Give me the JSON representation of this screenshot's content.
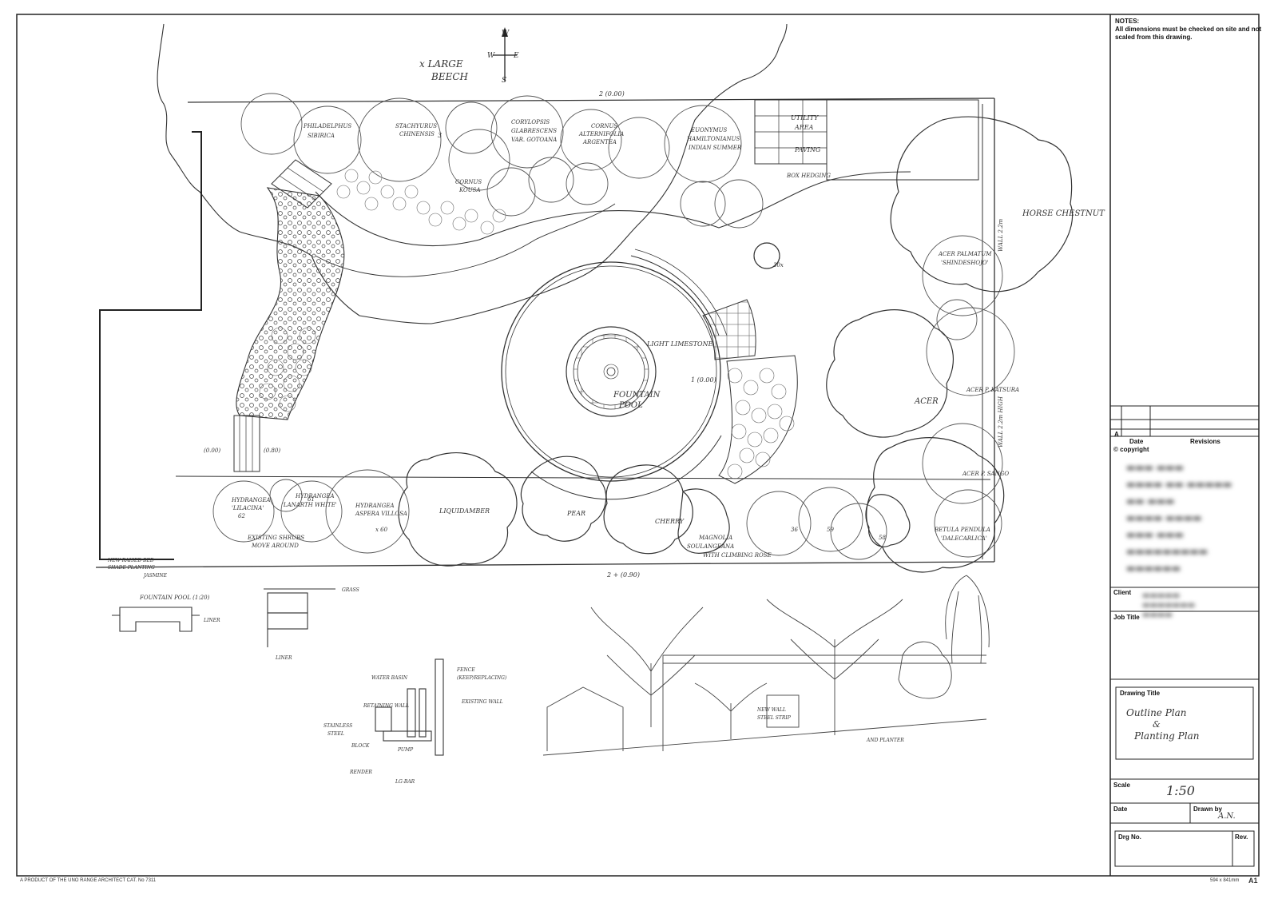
{
  "title_block": {
    "notes_heading": "NOTES:",
    "notes_text_1": "All dimensions must be checked on site and not",
    "notes_text_2": "scaled from this drawing.",
    "revision_col_a": "A",
    "revision_col_date": "Date",
    "revision_col_revisions": "Revisions",
    "copyright": "© copyright",
    "client_label": "Client",
    "job_title_label": "Job Title",
    "drawing_title_label": "Drawing Title",
    "drawing_title_line1": "Outline Plan",
    "drawing_title_line2": "&",
    "drawing_title_line3": "Planting Plan",
    "scale_label": "Scale",
    "scale_value": "1:50",
    "date_label": "Date",
    "drawn_by_label": "Drawn by",
    "drawn_by_value": "A.N.",
    "drg_no_label": "Drg No.",
    "rev_label": "Rev."
  },
  "footer": {
    "left": "A PRODUCT OF THE UNO RANGE ARCHITECT CAT. No 7311",
    "right_size": "594 x 841mm",
    "sheet_size": "A1"
  },
  "compass": {
    "n": "W",
    "w": "W",
    "e": "E",
    "s": "S"
  },
  "plan_labels": {
    "large_beech": "x LARGE",
    "large_beech_2": "BEECH",
    "horse_chestnut": "HORSE CHESTNUT",
    "acer": "ACER",
    "fountain_pool": "FOUNTAIN",
    "fountain_pool_2": "POOL",
    "light_limestone": "LIGHT LIMESTONE",
    "utility_area": "UTILITY",
    "utility_area_2": "AREA",
    "paving": "PAVING",
    "box_hedging": "BOX HEDGING",
    "liquidamber": "LIQUIDAMBER",
    "pear": "PEAR",
    "cherry": "CHERRY",
    "hydrangea_1": "HYDRANGEA",
    "hydrangea_1b": "'LILACINA'",
    "hydrangea_2": "HYDRANGEA",
    "hydrangea_2b": "'LANARTH WHITE'",
    "hydrangea_3": "HYDRANGEA",
    "hydrangea_3b": "ASPERA VILLOSA",
    "existing_shrubs": "EXISTING SHRUBS",
    "existing_shrubs_2": "MOVE AROUND",
    "magnolia": "MAGNOLIA",
    "magnolia_2": "SOULANGEANA",
    "magnolia_3": "WITH CLIMBING ROSE",
    "betula": "BETULA PENDULA",
    "betula_2": "'DALECARLICA'",
    "stachyurus": "STACHYURUS",
    "stachyurus_2": "CHINENSIS",
    "corylopsis": "CORYLOPSIS",
    "corylopsis_2": "GLABRESCENS",
    "corylopsis_3": "VAR. GOTOANA",
    "cornus_alt": "CORNUS",
    "cornus_alt_2": "ALTERNIFOLIA",
    "cornus_alt_3": "ARGENTEA",
    "cornus_kousa": "CORNUS",
    "cornus_kousa_2": "KOUSA",
    "euonymus": "EUONYMUS",
    "euonymus_2": "HAMILTONIANUS",
    "euonymus_3": "INDIAN SUMMER",
    "philadelphus": "PHILADELPHUS",
    "philadelphus_2": "SIBIRICA",
    "acer_palmatum": "ACER PALMATUM",
    "acer_palmatum_2": "'SHINDESHOJO'",
    "acer_katsura": "ACER P. KATSURA",
    "acer_sango": "ACER P. SANGO",
    "wall_1": "WALL 2.2m",
    "wall_2": "WALL 2.2m HIGH",
    "new_raised": "NEW RAISED BED",
    "new_raised_2": "SHADE PLANTING",
    "new_raised_3": "JASMINE",
    "dim_top": "2 (0.00)",
    "dim_bottom": "2 + (0.90)",
    "dim_pool": "1 (0.00)",
    "dim_left": "(0.80)",
    "dim_steps": "(0.00)",
    "num_3": "3",
    "num_62": "62",
    "num_61": "61",
    "num_60": "x 60",
    "num_58": "58",
    "num_59": "59",
    "num_36": "36",
    "num_30": "30x"
  },
  "section_labels": {
    "fountain_pool": "FOUNTAIN POOL (1:20)",
    "liner": "LINER",
    "grass": "GRASS",
    "liner_2": "LINER",
    "water_basin": "WATER BASIN",
    "fence": "FENCE",
    "fence_2": "(KEEP/REPLACING)",
    "existing_wall": "EXISTING WALL",
    "retain_wall": "RETAINING WALL",
    "stainless": "STAINLESS",
    "steel": "STEEL",
    "block": "BLOCK",
    "render": "RENDER",
    "pump": "PUMP",
    "lg_bar": "LG-BAR",
    "steel_strip": "STEEL STRIP",
    "new_wall": "NEW WALL",
    "and_stone": "AND PLANTER"
  }
}
